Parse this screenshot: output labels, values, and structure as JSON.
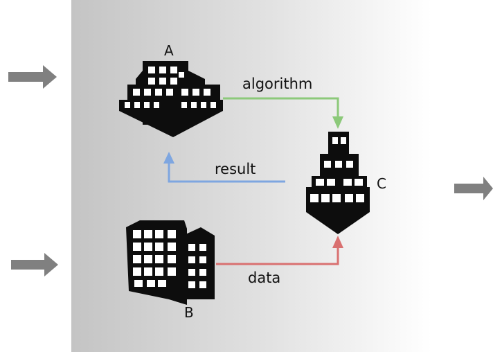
{
  "nodes": {
    "a": {
      "label": "A"
    },
    "b": {
      "label": "B"
    },
    "c": {
      "label": "C"
    }
  },
  "edges": {
    "algorithm": {
      "label": "algorithm",
      "color": "#8cc97a"
    },
    "result": {
      "label": "result",
      "color": "#7ea6e0"
    },
    "data": {
      "label": "data",
      "color": "#d97070"
    }
  },
  "colors": {
    "panel_dark": "#c4c4c4",
    "panel_light": "#ffffff",
    "external_arrow": "#808080",
    "building": "#0d0d0d"
  }
}
